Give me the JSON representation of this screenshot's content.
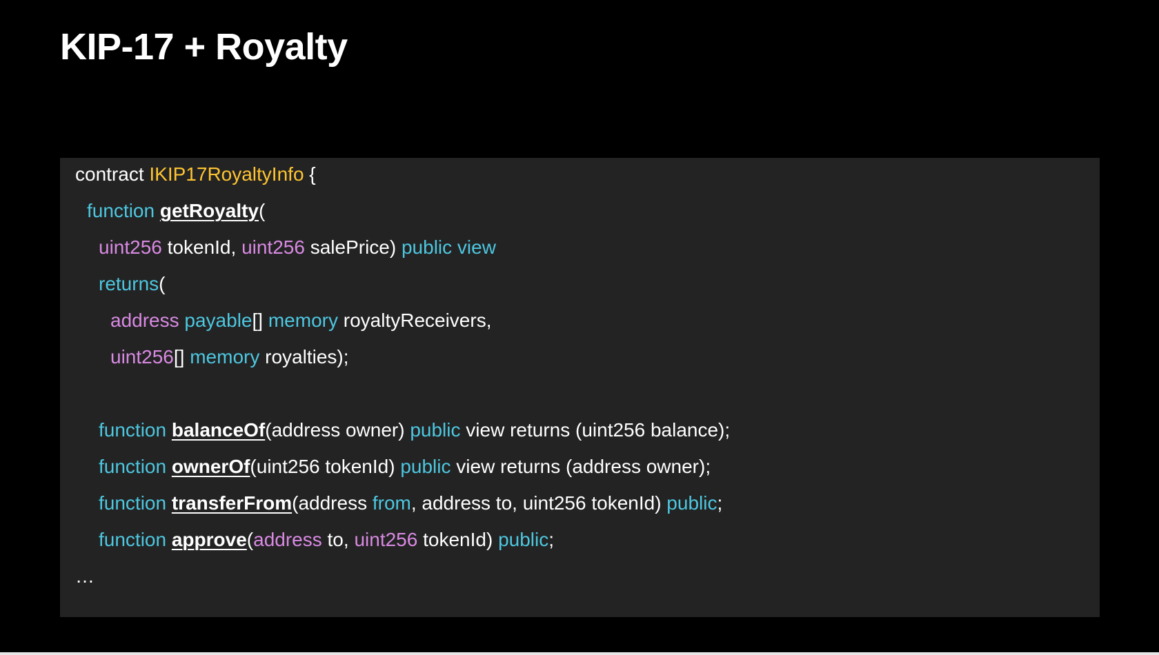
{
  "slide": {
    "title": "KIP-17 + Royalty"
  },
  "colors": {
    "background": "#000000",
    "code_panel": "#232323",
    "plain_text": "#ffffff",
    "type_name": "#ffc432",
    "keyword": "#4dc7e0",
    "type_keyword": "#d98ae3"
  },
  "code": {
    "lines": [
      {
        "indent": 0,
        "tokens": [
          {
            "t": "contract ",
            "c": "plain"
          },
          {
            "t": "IKIP17RoyaltyInfo",
            "c": "type"
          },
          {
            "t": " {",
            "c": "plain"
          }
        ]
      },
      {
        "indent": 1,
        "tokens": [
          {
            "t": "function",
            "c": "kw"
          },
          {
            "t": " ",
            "c": "plain"
          },
          {
            "t": "getRoyalty",
            "c": "fn"
          },
          {
            "t": "(",
            "c": "plain"
          }
        ]
      },
      {
        "indent": 2,
        "tokens": [
          {
            "t": "uint256",
            "c": "tp"
          },
          {
            "t": " tokenId, ",
            "c": "plain"
          },
          {
            "t": "uint256",
            "c": "tp"
          },
          {
            "t": " salePrice) ",
            "c": "plain"
          },
          {
            "t": "public view",
            "c": "kw"
          }
        ]
      },
      {
        "indent": 2,
        "tokens": [
          {
            "t": "returns",
            "c": "kw"
          },
          {
            "t": "(",
            "c": "plain"
          }
        ]
      },
      {
        "indent": 3,
        "tokens": [
          {
            "t": "address",
            "c": "tp"
          },
          {
            "t": " ",
            "c": "plain"
          },
          {
            "t": "payable",
            "c": "kw"
          },
          {
            "t": "[] ",
            "c": "plain"
          },
          {
            "t": "memory",
            "c": "kw"
          },
          {
            "t": " royaltyReceivers,",
            "c": "plain"
          }
        ]
      },
      {
        "indent": 3,
        "tokens": [
          {
            "t": "uint256",
            "c": "tp"
          },
          {
            "t": "[] ",
            "c": "plain"
          },
          {
            "t": "memory",
            "c": "kw"
          },
          {
            "t": " royalties);",
            "c": "plain"
          }
        ]
      },
      {
        "indent": 0,
        "tokens": []
      },
      {
        "indent": 2,
        "tokens": [
          {
            "t": "function",
            "c": "kw"
          },
          {
            "t": " ",
            "c": "plain"
          },
          {
            "t": "balanceOf",
            "c": "fn"
          },
          {
            "t": "(address owner) ",
            "c": "plain"
          },
          {
            "t": "public",
            "c": "kw"
          },
          {
            "t": " view returns (uint256 balance);",
            "c": "plain"
          }
        ]
      },
      {
        "indent": 2,
        "tokens": [
          {
            "t": "function",
            "c": "kw"
          },
          {
            "t": " ",
            "c": "plain"
          },
          {
            "t": "ownerOf",
            "c": "fn"
          },
          {
            "t": "(uint256 tokenId) ",
            "c": "plain"
          },
          {
            "t": "public",
            "c": "kw"
          },
          {
            "t": " view returns (address owner);",
            "c": "plain"
          }
        ]
      },
      {
        "indent": 2,
        "tokens": [
          {
            "t": "function",
            "c": "kw"
          },
          {
            "t": " ",
            "c": "plain"
          },
          {
            "t": "transferFrom",
            "c": "fn"
          },
          {
            "t": "(address ",
            "c": "plain"
          },
          {
            "t": "from",
            "c": "kw"
          },
          {
            "t": ", address to, uint256 tokenId) ",
            "c": "plain"
          },
          {
            "t": "public",
            "c": "kw"
          },
          {
            "t": ";",
            "c": "plain"
          }
        ]
      },
      {
        "indent": 2,
        "tokens": [
          {
            "t": "function",
            "c": "kw"
          },
          {
            "t": " ",
            "c": "plain"
          },
          {
            "t": "approve",
            "c": "fn"
          },
          {
            "t": "(",
            "c": "plain"
          },
          {
            "t": "address",
            "c": "tp"
          },
          {
            "t": " to, ",
            "c": "plain"
          },
          {
            "t": "uint256",
            "c": "tp"
          },
          {
            "t": " tokenId) ",
            "c": "plain"
          },
          {
            "t": "public",
            "c": "kw"
          },
          {
            "t": ";",
            "c": "plain"
          }
        ]
      },
      {
        "indent": 0,
        "tokens": [
          {
            "t": "…",
            "c": "plain"
          }
        ]
      }
    ]
  }
}
